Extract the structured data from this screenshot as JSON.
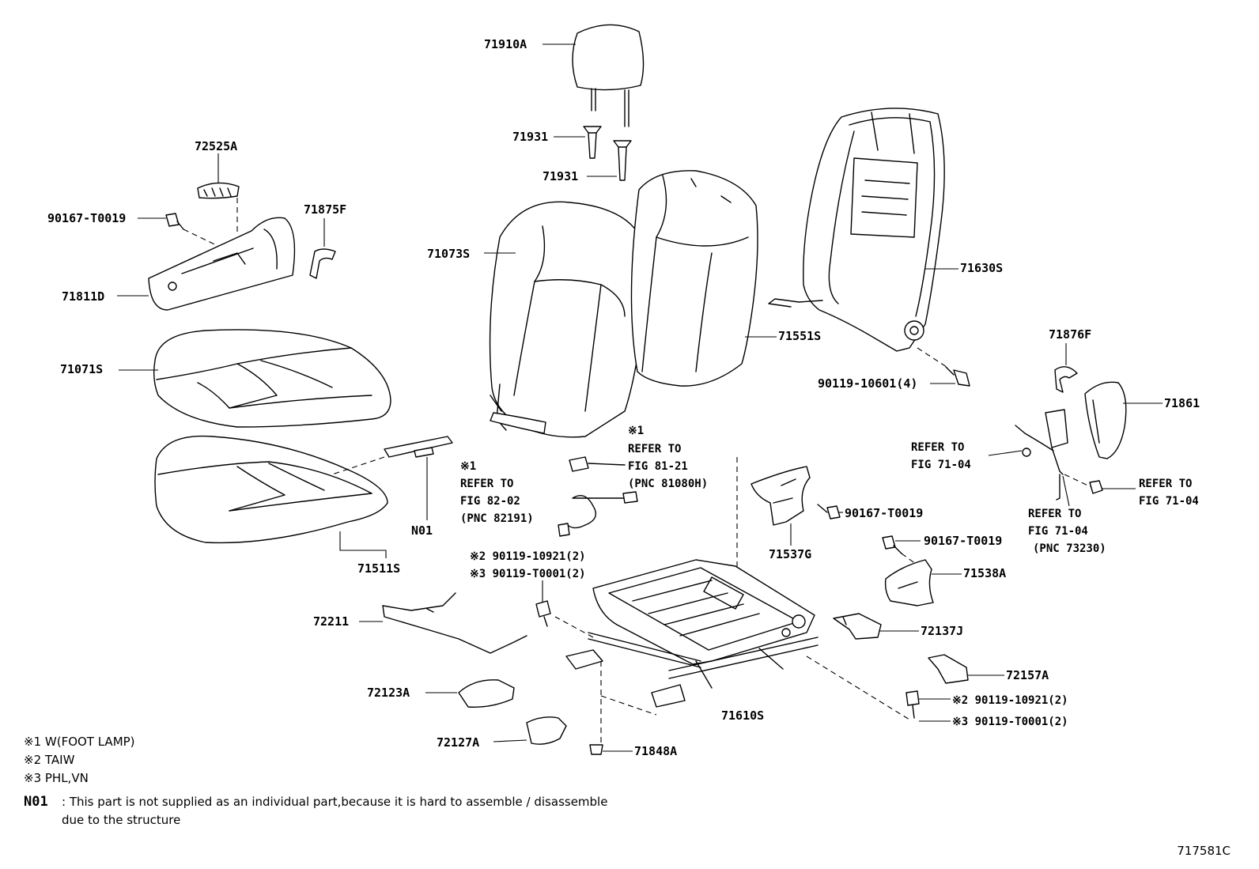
{
  "labels": {
    "l71910A": "71910A",
    "l71931a": "71931",
    "l71931b": "71931",
    "l72525A": "72525A",
    "l90167a": "90167-T0019",
    "l71875F": "71875F",
    "l71811D": "71811D",
    "l71073S": "71073S",
    "l71630S": "71630S",
    "l71551S": "71551S",
    "l71071S": "71071S",
    "l90119_10601": "90119-10601(4)",
    "l71876F": "71876F",
    "l71861": "71861",
    "l71511S": "71511S",
    "lN01": "N01",
    "l90167b": "90167-T0019",
    "l71537G": "71537G",
    "l90167c": "90167-T0019",
    "l71538A": "71538A",
    "l72211": "72211",
    "l72137J": "72137J",
    "l72157A": "72157A",
    "l72123A": "72123A",
    "l71610S": "71610S",
    "l72127A": "72127A",
    "l71848A": "71848A",
    "l90119_10921_left": "※2 90119-10921(2)",
    "l90119_T0001_left": "※3 90119-T0001(2)",
    "l90119_10921_right": "※2 90119-10921(2)",
    "l90119_T0001_right": "※3 90119-T0001(2)"
  },
  "refs": {
    "r8121": [
      "※1",
      "REFER TO",
      "FIG 81-21",
      "(PNC 81080H)"
    ],
    "r8202": [
      "※1",
      "REFER TO",
      "FIG 82-02",
      "(PNC 82191)"
    ],
    "r7104a": [
      "REFER TO",
      "FIG 71-04"
    ],
    "r7104b": [
      "REFER TO",
      "FIG 71-04",
      "(PNC 73230)"
    ],
    "r7104c": [
      "REFER TO",
      "FIG 71-04"
    ]
  },
  "notes": {
    "n1": "※1 W(FOOT LAMP)",
    "n2": "※2 TAIW",
    "n3": "※3 PHL,VN",
    "n01_code": "N01",
    "n01_text": ": This part is not supplied as an individual part,because it is hard to assemble / disassemble",
    "n01_text2": "due to the structure"
  },
  "figure_number": "717581C"
}
